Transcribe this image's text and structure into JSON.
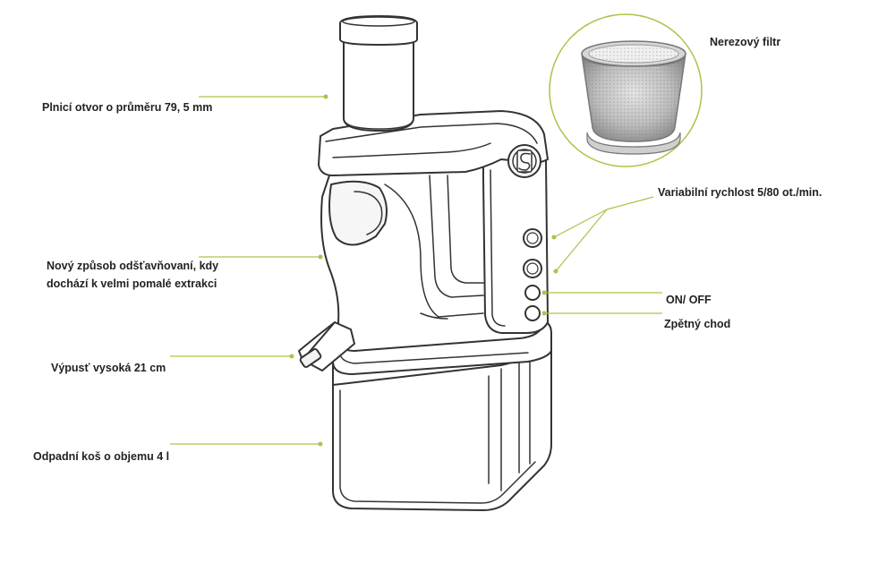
{
  "colors": {
    "accent": "#a8c64a",
    "outline": "#333333",
    "text": "#222222"
  },
  "labels": {
    "feed_tube": "Plnicí otvor o průměru 79, 5 mm",
    "extraction_line1": "Nový způsob odšťavňovaní, kdy",
    "extraction_line2": "dochází k velmi pomalé extrakci",
    "spout": "Výpusť vysoká 21 cm",
    "waste_bin": "Odpadní koš o objemu 4 l",
    "filter": "Nerezový filtr",
    "speed": "Variabilní rychlost 5/80 ot./min.",
    "on_off": "ON/ OFF",
    "reverse": "Zpětný chod"
  }
}
